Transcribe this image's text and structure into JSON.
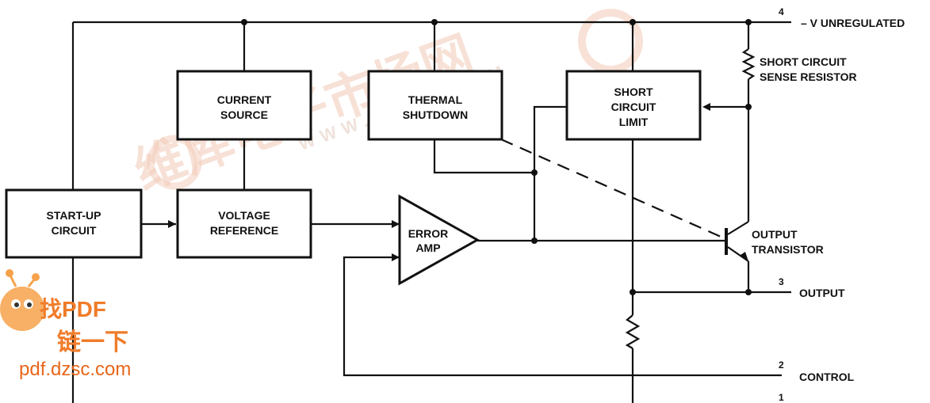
{
  "blocks": {
    "current_source": [
      "CURRENT",
      "SOURCE"
    ],
    "thermal_shutdown": [
      "THERMAL",
      "SHUTDOWN"
    ],
    "short_circuit_limit": [
      "SHORT",
      "CIRCUIT",
      "LIMIT"
    ],
    "startup_circuit": [
      "START-UP",
      "CIRCUIT"
    ],
    "voltage_reference": [
      "VOLTAGE",
      "REFERENCE"
    ],
    "error_amp": [
      "ERROR",
      "AMP"
    ]
  },
  "labels": {
    "sense_resistor": [
      "SHORT CIRCUIT",
      "SENSE RESISTOR"
    ],
    "output_transistor": [
      "OUTPUT",
      "TRANSISTOR"
    ]
  },
  "pins": {
    "p4": {
      "number": "4",
      "label": "– V UNREGULATED"
    },
    "p3": {
      "number": "3",
      "label": "OUTPUT"
    },
    "p2": {
      "number": "2",
      "label": "CONTROL"
    },
    "p1": {
      "number": "1",
      "label": ""
    }
  },
  "watermark": {
    "chinese": "维库电子市场网",
    "url_spaced": "WWW.DZSC.COM",
    "logo_line1": "找PDF",
    "logo_line2": "链一下",
    "logo_url": "pdf.dzsc.com"
  },
  "colors": {
    "line": "#111111",
    "watermark": "#f2c9b6",
    "logo": "#f07c2a"
  }
}
